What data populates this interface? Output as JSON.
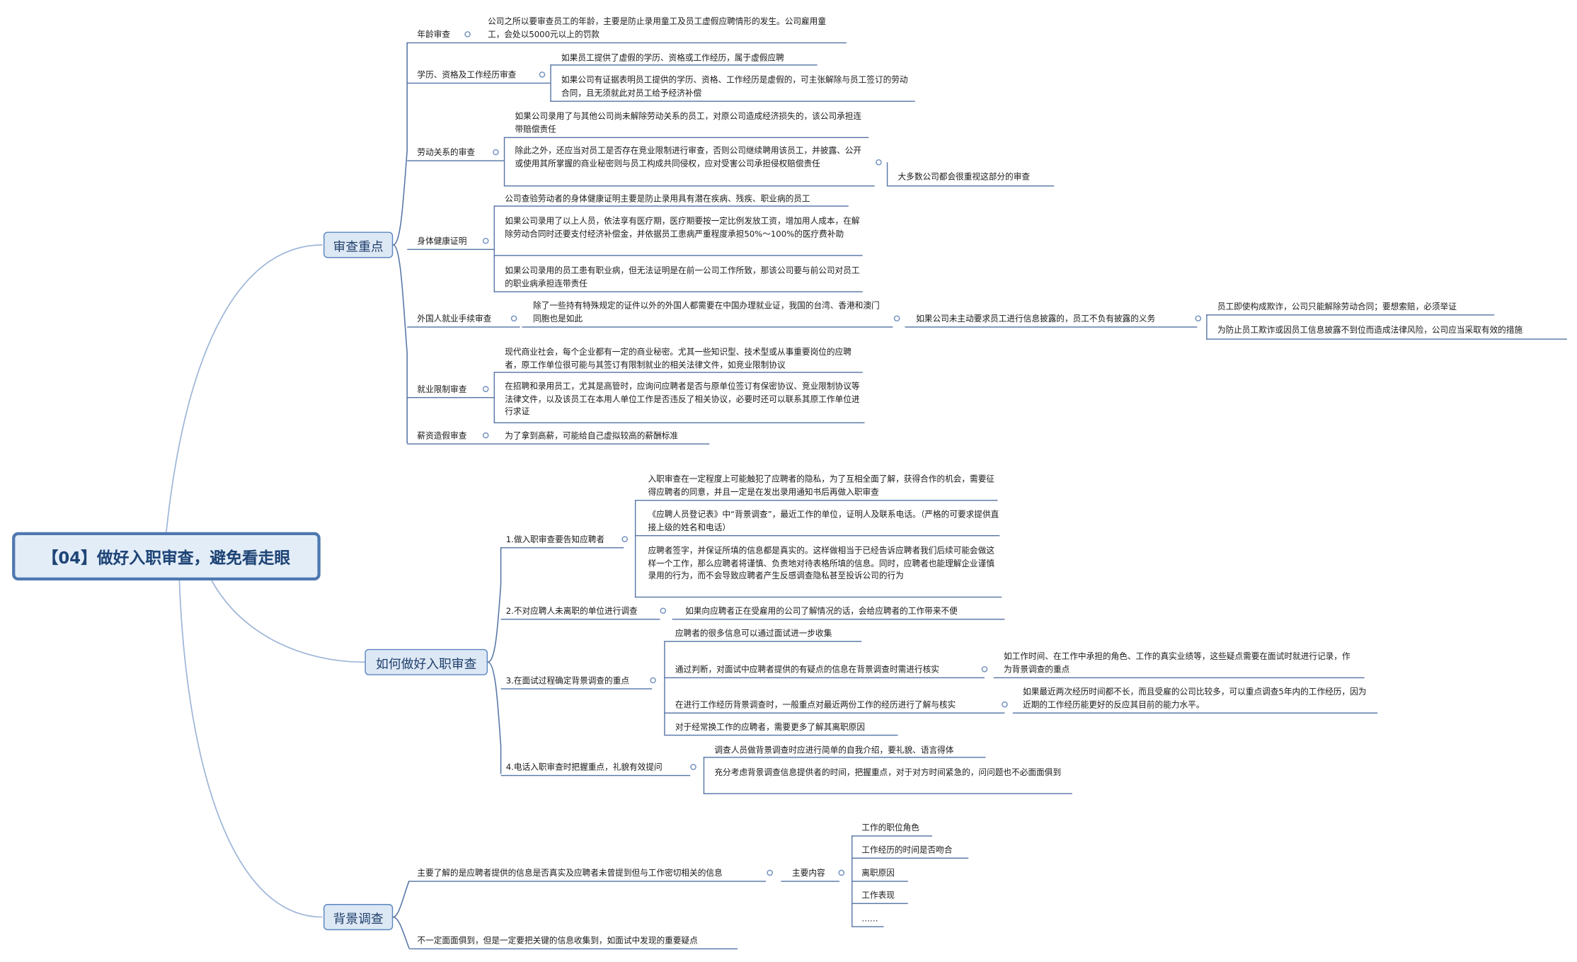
{
  "root": "【04】做好入职审查，避免看走眼",
  "branch1": {
    "title": "审查重点",
    "age": {
      "label": "年龄审查",
      "text": "公司之所以要审查员工的年龄，主要是防止录用童工及员工虚假应聘情形的发生。公司雇用童工，会处以5000元以上的罚款"
    },
    "edu": {
      "label": "学历、资格及工作经历审查",
      "c1": "如果员工提供了虚假的学历、资格或工作经历，属于虚假应聘",
      "c2": "如果公司有证据表明员工提供的学历、资格、工作经历是虚假的，可主张解除与员工签订的劳动合同，且无须就此对员工给予经济补偿"
    },
    "labor": {
      "label": "劳动关系的审查",
      "c1": "如果公司录用了与其他公司尚未解除劳动关系的员工，对原公司造成经济损失的，该公司承担连带赔偿责任",
      "c2": "除此之外，还应当对员工是否存在竞业限制进行审查，否则公司继续聘用该员工，并披露、公开或使用其所掌握的商业秘密则与员工构成共同侵权，应对受害公司承担侵权赔偿责任",
      "note": "大多数公司都会很重视这部分的审查"
    },
    "health": {
      "label": "身体健康证明",
      "c1": "公司查验劳动者的身体健康证明主要是防止录用具有潜在疾病、残疾、职业病的员工",
      "c2": "如果公司录用了以上人员，依法享有医疗期，医疗期要按一定比例发放工资，增加用人成本，在解除劳动合同时还要支付经济补偿金，并依据员工患病严重程度承担50%～100%的医疗费补助",
      "c3": "如果公司录用的员工患有职业病，但无法证明是在前一公司工作所致，那该公司要与前公司对员工的职业病承担连带责任"
    },
    "foreign": {
      "label": "外国人就业手续审查",
      "text": "除了一些持有特殊规定的证件以外的外国人都需要在中国办理就业证，我国的台湾、香港和澳门同胞也是如此",
      "note": "如果公司未主动要求员工进行信息披露的，员工不负有披露的义务",
      "n1": "员工即使构成欺诈，公司只能解除劳动合同；要想索赔，必须举证",
      "n2": "为防止员工欺诈或因员工信息披露不到位而造成法律风险，公司应当采取有效的措施"
    },
    "noncompete": {
      "label": "就业限制审查",
      "c1": "现代商业社会，每个企业都有一定的商业秘密。尤其一些知识型、技术型或从事重要岗位的应聘者，原工作单位很可能与其签订有限制就业的相关法律文件，如竞业限制协议",
      "c2": "在招聘和录用员工，尤其是高管时，应询问应聘者是否与原单位签订有保密协议、竞业限制协议等法律文件，以及该员工在本用人单位工作是否违反了相关协议，必要时还可以联系其原工作单位进行求证"
    },
    "salary": {
      "label": "薪资造假审查",
      "text": "为了拿到高薪，可能给自己虚拟较高的薪酬标准"
    }
  },
  "branch2": {
    "title": "如何做好入职审查",
    "s1": {
      "label": "1.做入职审查要告知应聘者",
      "c1": "入职审查在一定程度上可能触犯了应聘者的隐私，为了互相全面了解，获得合作的机会，需要征得应聘者的同意，并且一定是在发出录用通知书后再做入职审查",
      "c2": "《应聘人员登记表》中“背景调查”，最近工作的单位，证明人及联系电话。（严格的可要求提供直接上级的姓名和电话）",
      "c3": "应聘者签字，并保证所填的信息都是真实的。这样做相当于已经告诉应聘者我们后续可能会做这样一个工作，那么应聘者将谨慎、负责地对待表格所填的信息。同时，应聘者也能理解企业谨慎录用的行为，而不会导致应聘者产生反感调查隐私甚至投诉公司的行为"
    },
    "s2": {
      "label": "2.不对应聘人未离职的单位进行调查",
      "text": "如果向应聘者正在受雇用的公司了解情况的话，会给应聘者的工作带来不便"
    },
    "s3": {
      "label": "3.在面试过程确定背景调查的重点",
      "c1": "应聘者的很多信息可以通过面试进一步收集",
      "c2": "通过判断，对面试中应聘者提供的有疑点的信息在背景调查时需进行核实",
      "c2n": "如工作时间、在工作中承担的角色、工作的真实业绩等，这些疑点需要在面试时就进行记录，作为背景调查的重点",
      "c3": "在进行工作经历背景调查时，一般重点对最近两份工作的经历进行了解与核实",
      "c3n": "如果最近两次经历时间都不长，而且受雇的公司比较多，可以重点调查5年内的工作经历，因为近期的工作经历能更好的反应其目前的能力水平。",
      "c4": "对于经常换工作的应聘者，需要更多了解其离职原因"
    },
    "s4": {
      "label": "4.电话入职审查时把握重点，礼貌有效提问",
      "c1": "调查人员做背景调查时应进行简单的自我介绍，要礼貌、语言得体",
      "c2": "充分考虑背景调查信息提供者的时间，把握重点，对于对方时间紧急的，问问题也不必面面俱到"
    }
  },
  "branch3": {
    "title": "背景调查",
    "main": "主要了解的是应聘者提供的信息是否真实及应聘者未曾提到但与工作密切相关的信息",
    "content": "主要内容",
    "items": [
      "工作的职位角色",
      "工作经历的时间是否吻合",
      "离职原因",
      "工作表现",
      "……"
    ],
    "last": "不一定面面俱到，但是一定要把关键的信息收集到，如面试中发现的重要疑点"
  }
}
